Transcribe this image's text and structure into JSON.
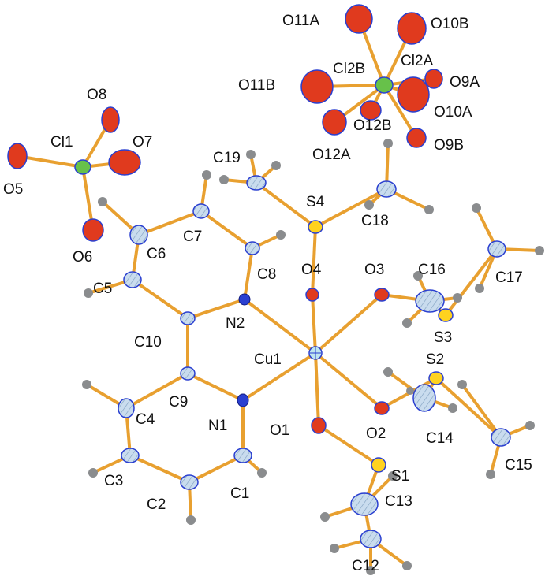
{
  "colors": {
    "bond": "#e8a030",
    "hydrogen": "#8a8c8e",
    "carbon": "#bcd2e6",
    "nitrogen": "#2a3fd0",
    "oxygen": "#e03a1e",
    "sulfur": "#ffd21f",
    "chlorine": "#67c14a",
    "copper": "#bfe6ee",
    "label": "#111111"
  },
  "labels": {
    "O11A": "O11A",
    "O10B": "O10B",
    "Cl2B": "Cl2B",
    "Cl2A": "Cl2A",
    "O11B": "O11B",
    "O9A": "O9A",
    "O10A": "O10A",
    "O12B": "O12B",
    "O12A": "O12A",
    "O9B": "O9B",
    "O8": "O8",
    "Cl1": "Cl1",
    "O7": "O7",
    "O5": "O5",
    "O6": "O6",
    "C19": "C19",
    "S4": "S4",
    "C18": "C18",
    "C6": "C6",
    "C7": "C7",
    "C8": "C8",
    "O4": "O4",
    "O3": "O3",
    "C16": "C16",
    "C17": "C17",
    "C5": "C5",
    "N2": "N2",
    "S3": "S3",
    "C10": "C10",
    "Cu1": "Cu1",
    "S2": "S2",
    "C9": "C9",
    "C4": "C4",
    "N1": "N1",
    "O1": "O1",
    "O2": "O2",
    "C14": "C14",
    "C15": "C15",
    "S1": "S1",
    "C3": "C3",
    "C2": "C2",
    "C1": "C1",
    "C13": "C13",
    "C12": "C12"
  }
}
